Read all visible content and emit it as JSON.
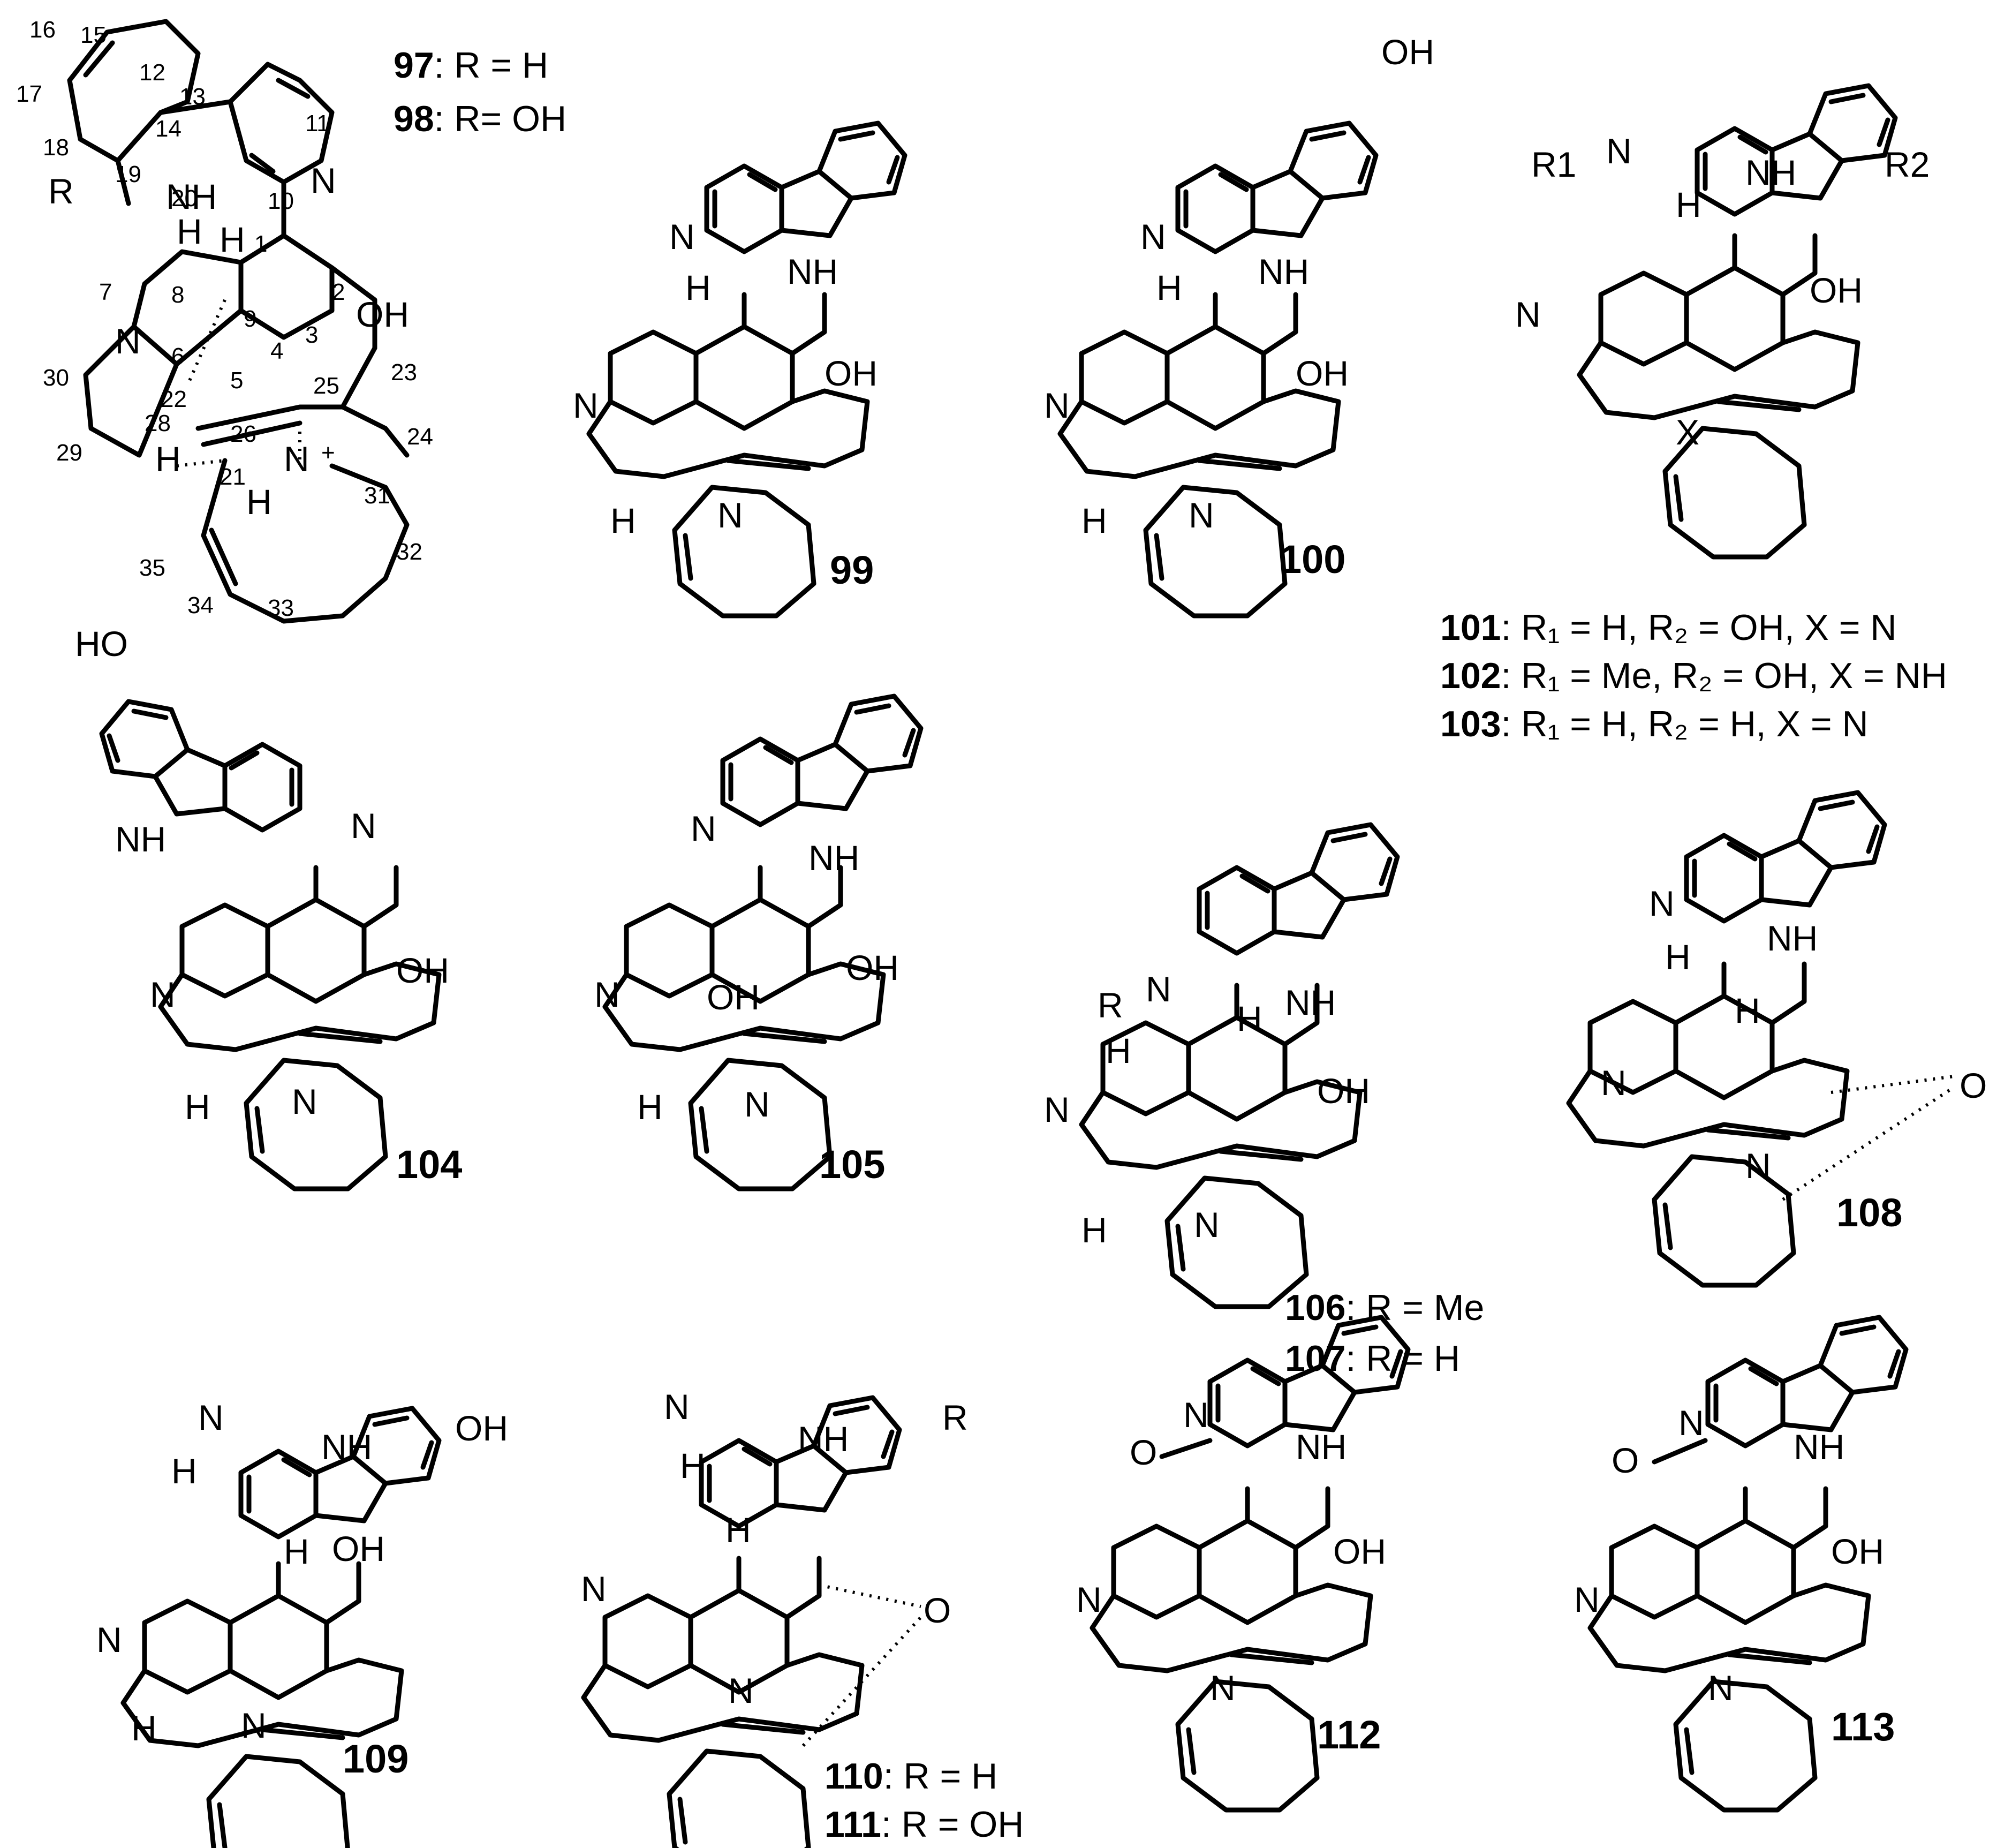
{
  "compounds": {
    "c97_98": {
      "atoms": [
        "N",
        "NH",
        "H",
        "N",
        "H",
        "OH",
        "H",
        "N",
        "+",
        "H",
        "R"
      ],
      "numbering": [
        "15",
        "16",
        "12",
        "17",
        "13",
        "11",
        "14",
        "18",
        "19",
        "20",
        "10",
        "1",
        "7",
        "8",
        "9",
        "2",
        "3",
        "30",
        "6",
        "4",
        "22",
        "5",
        "25",
        "23",
        "28",
        "26",
        "29",
        "21",
        "24",
        "31",
        "35",
        "32",
        "34",
        "33"
      ],
      "legend": [
        {
          "id": "97",
          "text": ": R = H"
        },
        {
          "id": "98",
          "text": ": R= OH"
        }
      ]
    },
    "c99": {
      "id": "99",
      "atoms": [
        "N",
        "NH",
        "H",
        "OH",
        "N",
        "H",
        "N"
      ]
    },
    "c100": {
      "id": "100",
      "atoms": [
        "OH",
        "N",
        "NH",
        "H",
        "OH",
        "N",
        "H",
        "N"
      ]
    },
    "c101_103": {
      "atoms": [
        "N",
        "R1",
        "NH",
        "R2",
        "H",
        "OH",
        "N",
        "X"
      ],
      "legend": [
        {
          "id": "101",
          "text": ": R₁ = H, R₂ = OH, X = N"
        },
        {
          "id": "102",
          "text": ": R₁ = Me, R₂ = OH, X = NH"
        },
        {
          "id": "103",
          "text": ": R₁ = H, R₂ = H, X = N"
        }
      ]
    },
    "c104": {
      "id": "104",
      "atoms": [
        "HO",
        "N",
        "NH",
        "OH",
        "N",
        "H",
        "N"
      ]
    },
    "c105": {
      "id": "105",
      "atoms": [
        "N",
        "NH",
        "OH",
        "N",
        "OH",
        "H",
        "N"
      ]
    },
    "c106_107": {
      "atoms": [
        "R",
        "N",
        "H",
        "NH",
        "H",
        "OH",
        "N",
        "H",
        "N"
      ],
      "legend": [
        {
          "id": "106",
          "text": ": R = Me"
        },
        {
          "id": "107",
          "text": ": R = H"
        }
      ]
    },
    "c108": {
      "id": "108",
      "atoms": [
        "N",
        "NH",
        "H",
        "H",
        "N",
        "O",
        "N"
      ]
    },
    "c109": {
      "id": "109",
      "atoms": [
        "OH",
        "N",
        "NH",
        "H",
        "H",
        "OH",
        "N",
        "H",
        "N"
      ]
    },
    "c110_111": {
      "atoms": [
        "N",
        "NH",
        "R",
        "H",
        "H",
        "N",
        "O",
        "N"
      ],
      "legend": [
        {
          "id": "110",
          "text": ": R = H"
        },
        {
          "id": "111",
          "text": ": R = OH"
        }
      ]
    },
    "c112": {
      "id": "112",
      "atoms": [
        "O",
        "N",
        "NH",
        "OH",
        "N",
        "N"
      ]
    },
    "c113": {
      "id": "113",
      "atoms": [
        "O",
        "N",
        "NH",
        "OH",
        "N",
        "N"
      ]
    }
  }
}
